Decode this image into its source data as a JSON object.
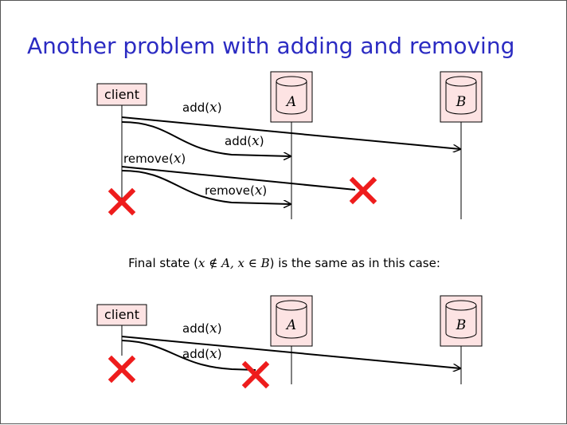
{
  "slide": {
    "title": "Another problem with adding and removing",
    "caption": {
      "pre": "Final state (",
      "math": "x ∉ A,  x ∈ B",
      "post": ") is the same as in this case:"
    }
  },
  "nodes": {
    "client": "client",
    "replica_a": "A",
    "replica_b": "B"
  },
  "diagram1": {
    "messages": [
      {
        "op": "add",
        "arg": "x"
      },
      {
        "op": "add",
        "arg": "x"
      },
      {
        "op": "remove",
        "arg": "x"
      },
      {
        "op": "remove",
        "arg": "x"
      }
    ]
  },
  "diagram2": {
    "messages": [
      {
        "op": "add",
        "arg": "x"
      },
      {
        "op": "add",
        "arg": "x"
      }
    ]
  },
  "colors": {
    "title": "#2b2bc2",
    "box_fill": "#fde3e3",
    "crash": "#ee1c1c"
  }
}
